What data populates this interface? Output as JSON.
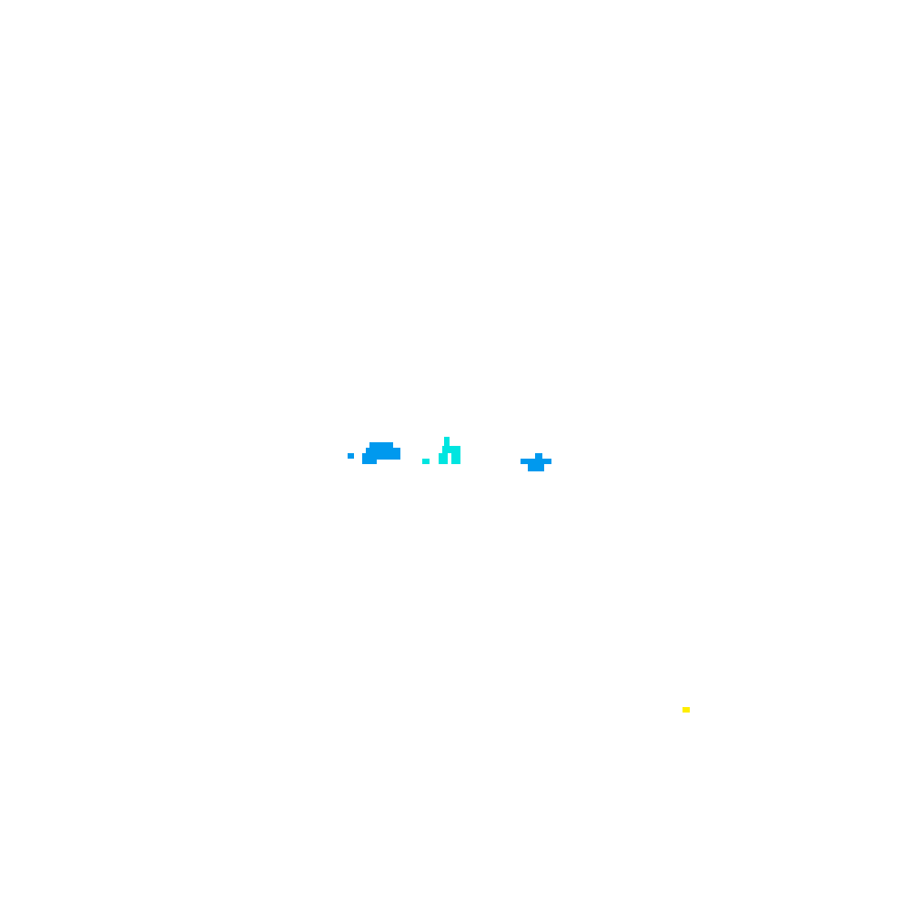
{
  "scene": {
    "background_color": "#ffffff",
    "sprites": [
      {
        "id": "blue-cluster-left",
        "kind": "pixel-sprite",
        "color": "#0099ee"
      },
      {
        "id": "cyan-cluster-center",
        "kind": "pixel-sprite",
        "color": "#00e5e0"
      },
      {
        "id": "blue-cluster-right",
        "kind": "pixel-sprite",
        "color": "#0099ee"
      },
      {
        "id": "yellow-dot",
        "kind": "pixel-sprite",
        "color": "#ffee00"
      }
    ]
  }
}
